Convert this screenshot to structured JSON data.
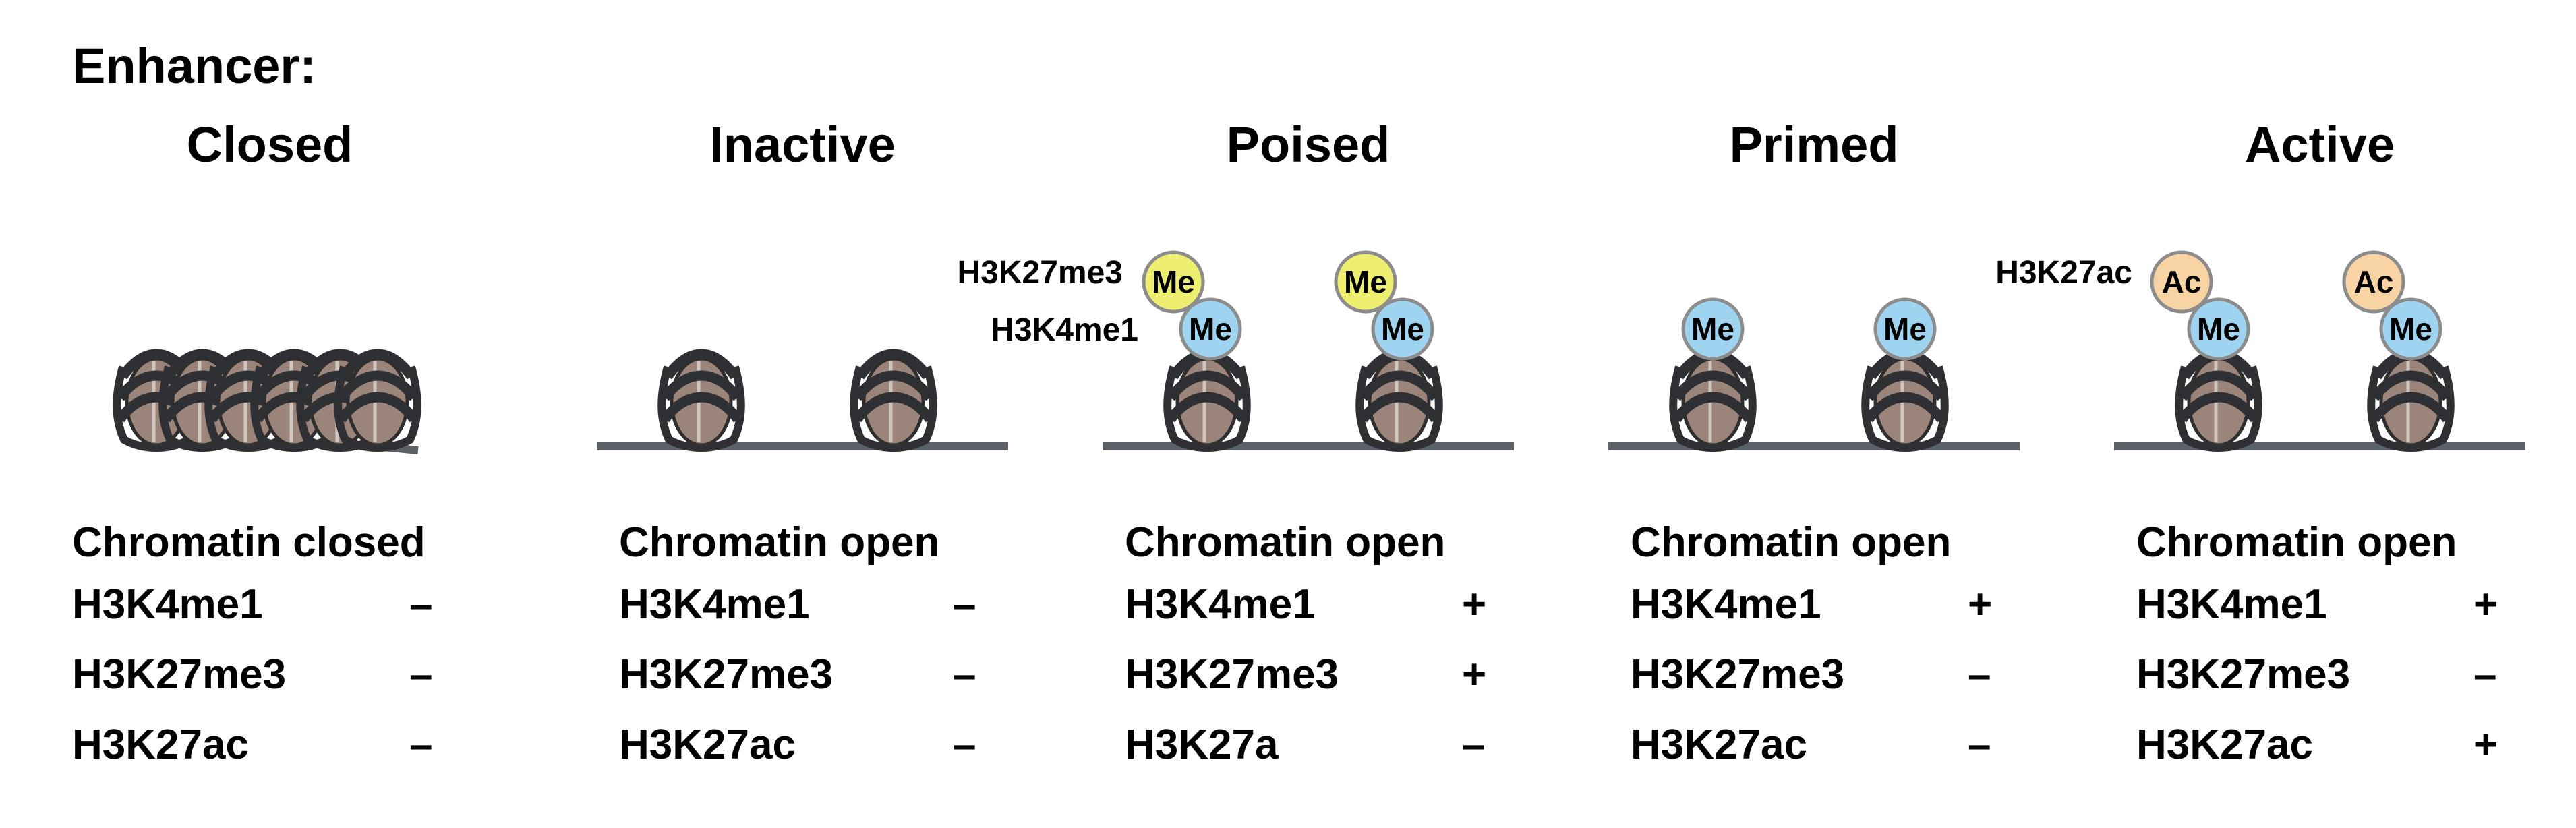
{
  "heading": "Enhancer:",
  "states": [
    {
      "title": "Closed",
      "chromatin": "Chromatin closed",
      "marks": [
        {
          "name": "H3K4me1",
          "sign": "–"
        },
        {
          "name": "H3K27me3",
          "sign": "–"
        },
        {
          "name": "H3K27ac",
          "sign": "–"
        }
      ]
    },
    {
      "title": "Inactive",
      "chromatin": "Chromatin open",
      "marks": [
        {
          "name": "H3K4me1",
          "sign": "–"
        },
        {
          "name": "H3K27me3",
          "sign": "–"
        },
        {
          "name": "H3K27ac",
          "sign": "–"
        }
      ]
    },
    {
      "title": "Poised",
      "chromatin": "Chromatin open",
      "marks": [
        {
          "name": "H3K4me1",
          "sign": "+"
        },
        {
          "name": "H3K27me3",
          "sign": "+"
        },
        {
          "name": "H3K27a",
          "sign": "–"
        }
      ]
    },
    {
      "title": "Primed",
      "chromatin": "Chromatin open",
      "marks": [
        {
          "name": "H3K4me1",
          "sign": "+"
        },
        {
          "name": "H3K27me3",
          "sign": "–"
        },
        {
          "name": "H3K27ac",
          "sign": "–"
        }
      ]
    },
    {
      "title": "Active",
      "chromatin": "Chromatin open",
      "marks": [
        {
          "name": "H3K4me1",
          "sign": "+"
        },
        {
          "name": "H3K27me3",
          "sign": "–"
        },
        {
          "name": "H3K27ac",
          "sign": "+"
        }
      ]
    }
  ],
  "diagram_labels": {
    "poised_me3": "H3K27me3",
    "poised_me1": "H3K4me1",
    "active_ac": "H3K27ac"
  },
  "circle_text": {
    "me": "Me",
    "ac": "Ac"
  },
  "colors": {
    "me1_fill": "#9fd4f1",
    "me3_fill": "#eeee70",
    "ac_fill": "#f8d3a3",
    "dna": "#5c6168",
    "nucleosome_core": "#9b8479"
  }
}
